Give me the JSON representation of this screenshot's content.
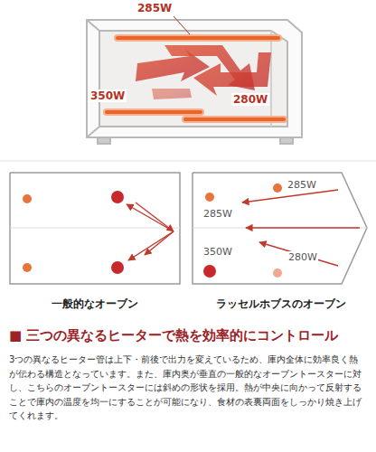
{
  "diagram": {
    "title": "■ 三つの異なるヒーターで熱を効率的にコントロール",
    "caption": "3つの異なるヒーター管は上下・前後で出力を変えているため、庫内全体に効率良く熱が伝わる構造となっています。また、庫内奥が垂直の一般的なオーブントースターに対し、こちらのオーブントースターには斜めの形状を採用。熱が中央に向かって反射することで庫内の温度を均一にすることが可能になり、食材の表裏両面をしっかり焼き上げてくれます。",
    "nodes": [
      {
        "text": [
          "一般的なオーブン"
        ]
      },
      {
        "text": [
          "285W",
          "285W",
          "350W",
          "280W",
          "ラッセルホブスのオーブン"
        ]
      }
    ],
    "labels": [
      "285W",
      "350W",
      "280W"
    ]
  }
}
